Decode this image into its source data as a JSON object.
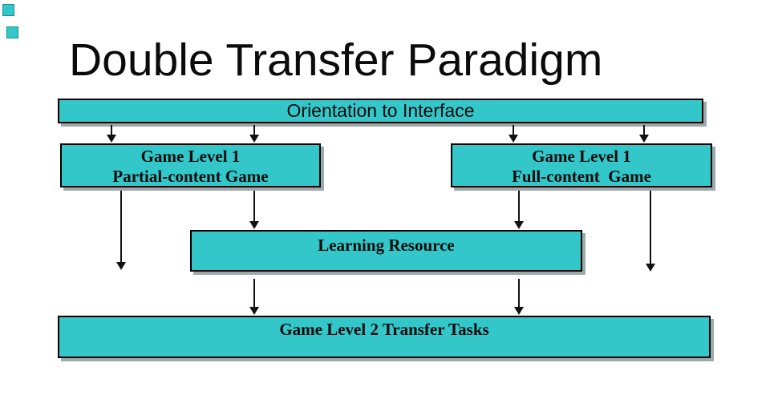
{
  "title": "Double Transfer Paradigm",
  "boxes": {
    "orientation": {
      "label": "Orientation to Interface"
    },
    "game_left": {
      "line1": "Game Level 1",
      "line2": "Partial-content Game"
    },
    "game_right": {
      "line1": "Game Level 1",
      "line2": "Full-content  Game"
    },
    "learning": {
      "label": "Learning Resource"
    },
    "transfer": {
      "label": "Game Level 2 Transfer Tasks"
    }
  },
  "flow": {
    "edges": [
      {
        "from": "orientation",
        "to": "game_left",
        "arrows": 2
      },
      {
        "from": "orientation",
        "to": "game_right",
        "arrows": 2
      },
      {
        "from": "game_left",
        "to": "learning",
        "arrows": 1
      },
      {
        "from": "game_left",
        "to": "open-end-left",
        "arrows": 1
      },
      {
        "from": "game_right",
        "to": "learning",
        "arrows": 1
      },
      {
        "from": "game_right",
        "to": "open-end-right",
        "arrows": 1
      },
      {
        "from": "learning",
        "to": "transfer",
        "arrows": 2
      }
    ]
  },
  "colors": {
    "box_fill": "#33C7CA",
    "box_border": "#000000",
    "arrow": "#111111",
    "shadow": "#9FA8A8",
    "text": "#0B0B0B",
    "background": "#FFFFFF"
  }
}
